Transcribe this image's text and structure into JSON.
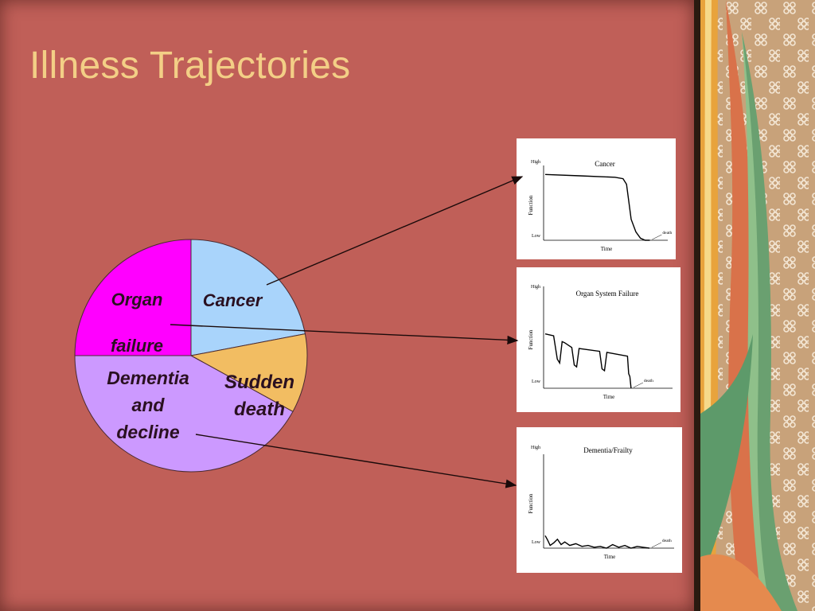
{
  "slide": {
    "title": "Illness Trajectories"
  },
  "colors": {
    "slide_bg": "#c05f58",
    "title": "#f3cf86",
    "label_text": "#2a1020",
    "arrow": "#1a0a0a"
  },
  "chart_data": [
    {
      "type": "pie",
      "title": "",
      "slices": [
        {
          "label": "Cancer",
          "value": 22,
          "color": "#a9d4fb"
        },
        {
          "label": "Sudden death",
          "value": 11,
          "color": "#f2bd62"
        },
        {
          "label": "Dementia and decline",
          "value": 42,
          "color": "#cc99ff"
        },
        {
          "label": "Organ failure",
          "value": 25,
          "color": "#ff00ff"
        }
      ],
      "start_angle_deg": 0,
      "direction": "clockwise"
    },
    {
      "type": "line",
      "title": "Cancer",
      "ylabel": "Function",
      "xlabel": "Time",
      "ytick_labels": [
        "High",
        "Low"
      ],
      "annotation": "death",
      "x": [
        0,
        0.3,
        0.6,
        0.67,
        0.7,
        0.72,
        0.74,
        0.78,
        0.82,
        0.86,
        0.9
      ],
      "y": [
        0.94,
        0.92,
        0.9,
        0.88,
        0.8,
        0.55,
        0.3,
        0.12,
        0.03,
        0.0,
        0.0
      ]
    },
    {
      "type": "line",
      "title": "Organ System Failure",
      "ylabel": "Function",
      "xlabel": "Time",
      "ytick_labels": [
        "High",
        "Low"
      ],
      "annotation": "death",
      "x": [
        0,
        0.07,
        0.1,
        0.12,
        0.14,
        0.16,
        0.22,
        0.24,
        0.26,
        0.28,
        0.45,
        0.47,
        0.49,
        0.51,
        0.68,
        0.69,
        0.7,
        0.71
      ],
      "y": [
        0.56,
        0.54,
        0.3,
        0.26,
        0.48,
        0.47,
        0.42,
        0.24,
        0.22,
        0.41,
        0.38,
        0.2,
        0.18,
        0.37,
        0.33,
        0.15,
        0.12,
        0.0
      ]
    },
    {
      "type": "line",
      "title": "Dementia/Frailty",
      "ylabel": "Function",
      "xlabel": "Time",
      "ytick_labels": [
        "High",
        "Low"
      ],
      "annotation": "death",
      "x": [
        0,
        0.02,
        0.04,
        0.07,
        0.1,
        0.13,
        0.16,
        0.2,
        0.25,
        0.3,
        0.35,
        0.4,
        0.45,
        0.5,
        0.55,
        0.6,
        0.65,
        0.7,
        0.75,
        0.8,
        0.85
      ],
      "y": [
        0.14,
        0.09,
        0.03,
        0.06,
        0.1,
        0.04,
        0.07,
        0.03,
        0.05,
        0.02,
        0.03,
        0.01,
        0.02,
        0.0,
        0.04,
        0.01,
        0.03,
        0.0,
        0.02,
        0.01,
        0.0
      ]
    }
  ]
}
